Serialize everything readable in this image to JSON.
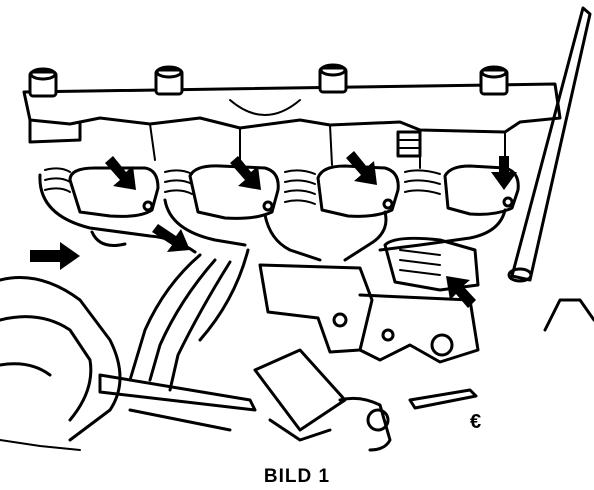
{
  "figure": {
    "caption": "BILD 1",
    "corner_mark": "€"
  },
  "callouts": [
    {
      "name": "injector-arrow-1",
      "direction": "down-right"
    },
    {
      "name": "injector-arrow-2",
      "direction": "down-right"
    },
    {
      "name": "injector-arrow-3",
      "direction": "down-right"
    },
    {
      "name": "injector-arrow-4",
      "direction": "down"
    },
    {
      "name": "fuel-line-arrow-left",
      "direction": "right"
    },
    {
      "name": "fuel-line-arrow-center",
      "direction": "down-right"
    },
    {
      "name": "pump-arrow",
      "direction": "up-left"
    }
  ]
}
